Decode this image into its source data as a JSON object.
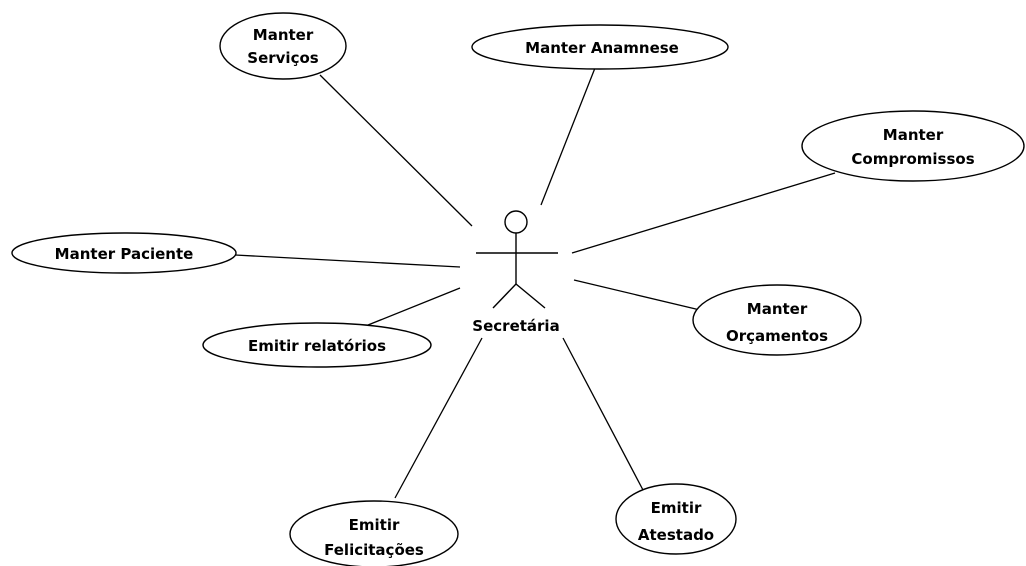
{
  "actor": {
    "name": "Secretária"
  },
  "use_cases": {
    "servicos": [
      "Manter",
      "Serviços"
    ],
    "anamnese": [
      "Manter Anamnese"
    ],
    "compromissos": [
      "Manter",
      "Compromissos"
    ],
    "paciente": [
      "Manter Paciente"
    ],
    "relatorios": [
      "Emitir relatórios"
    ],
    "orcamentos": [
      "Manter",
      "Orçamentos"
    ],
    "felicitacoes": [
      "Emitir",
      "Felicitações"
    ],
    "atestado": [
      "Emitir",
      "Atestado"
    ]
  }
}
